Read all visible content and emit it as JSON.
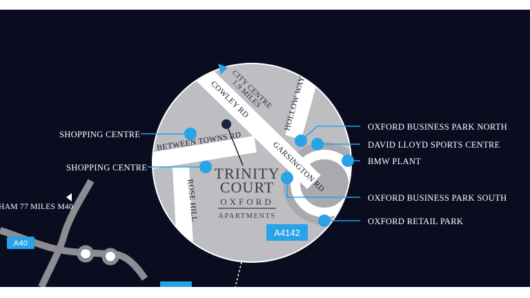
{
  "map": {
    "city_centre": {
      "label": "CITY CENTRE",
      "distance": "1.9 MILES"
    },
    "roads": {
      "cowley": "COWLEY RD",
      "between_towns": "BETWEEN TOWNS RD",
      "rose_hill": "ROSE HILL",
      "hollow_way": "HOLLOW WAY",
      "garsington": "GARSINGTON RD"
    },
    "badge_a4142": "A4142",
    "badge_a40": "A40",
    "route_text": "HAM 77 MILES M40",
    "brand": {
      "line1": "TRINITY",
      "line2": "COURT",
      "line3": "OXFORD",
      "line4": "APARTMENTS"
    },
    "poi_left": [
      "SHOPPING CENTRE",
      "SHOPPING CENTRE"
    ],
    "poi_right": [
      "OXFORD BUSINESS PARK NORTH",
      "DAVID LLOYD SPORTS CENTRE",
      "BMW PLANT",
      "OXFORD BUSINESS PARK SOUTH",
      "OXFORD RETAIL PARK"
    ],
    "colors": {
      "accent": "#29a3e8",
      "background": "#0a0d1f",
      "circle": "#bdbdc2",
      "road": "#ffffff"
    }
  }
}
